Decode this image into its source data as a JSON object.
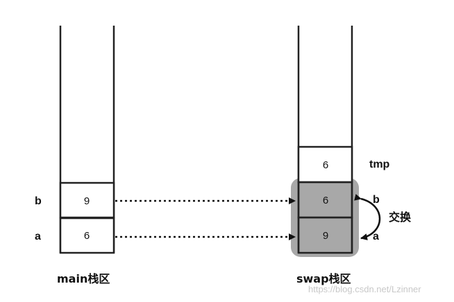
{
  "main_stack": {
    "title": "main栈区",
    "cells": [
      {
        "label": "b",
        "value": "9"
      },
      {
        "label": "a",
        "value": "6"
      }
    ]
  },
  "swap_stack": {
    "title": "swap栈区",
    "tmp": {
      "label": "tmp",
      "value": "6"
    },
    "cells": [
      {
        "label": "b",
        "value": "6"
      },
      {
        "label": "a",
        "value": "9"
      }
    ],
    "swap_label": "交换",
    "highlight_color": "#a8a8a8"
  },
  "watermark": "https://blog.csdn.net/Lzinner"
}
